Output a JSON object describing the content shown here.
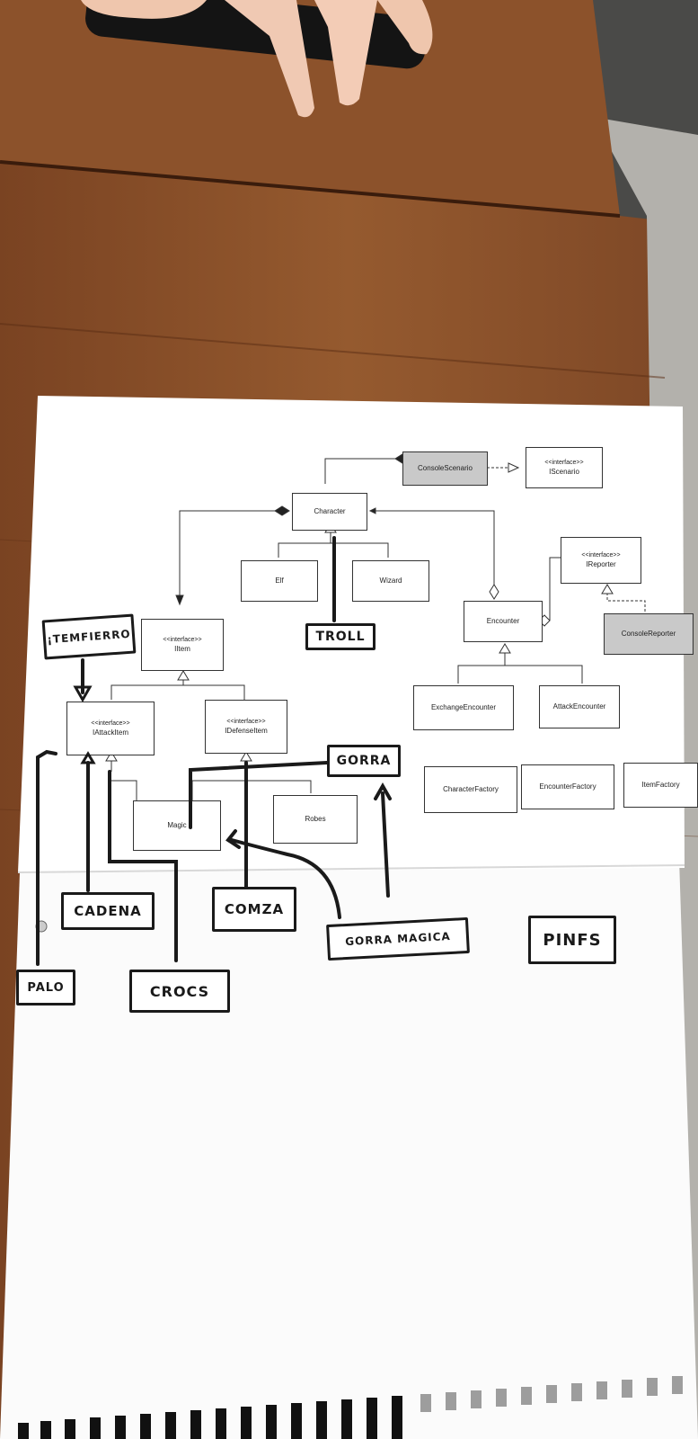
{
  "diagram": {
    "classes": {
      "console_scenario": "ConsoleScenario",
      "iscenario_stereotype": "<<interface>>",
      "iscenario": "IScenario",
      "character": "Character",
      "elf": "Elf",
      "wizard": "Wizard",
      "ireporter_stereotype": "<<interface>>",
      "ireporter": "IReporter",
      "encounter": "Encounter",
      "console_reporter": "ConsoleReporter",
      "iitem_stereotype": "<<interface>>",
      "iitem": "IItem",
      "iattackitem_stereotype": "<<interface>>",
      "iattackitem": "IAttackItem",
      "idefenseitem_stereotype": "<<interface>>",
      "idefenseitem": "IDefenseItem",
      "exchange_encounter": "ExchangeEncounter",
      "attack_encounter": "AttackEncounter",
      "magic": "Magic",
      "robes": "Robes",
      "character_factory": "CharacterFactory",
      "encounter_factory": "EncounterFactory",
      "item_factory": "ItemFactory"
    },
    "handwritten": {
      "troll": "TROLL",
      "itemfierro": "¡TEMFIERRO",
      "gorra": "GORRA",
      "cadena": "CADENA",
      "comza": "COMZA",
      "gorra_magica": "GORRA MAGICA",
      "pinfs": "PINFS",
      "palo": "PALO",
      "crocs": "CROCS"
    }
  },
  "colors": {
    "wood": "#8a4f28",
    "paper": "#ffffff",
    "gray_class": "#c9c9c9",
    "marker": "#1a1a1a"
  }
}
